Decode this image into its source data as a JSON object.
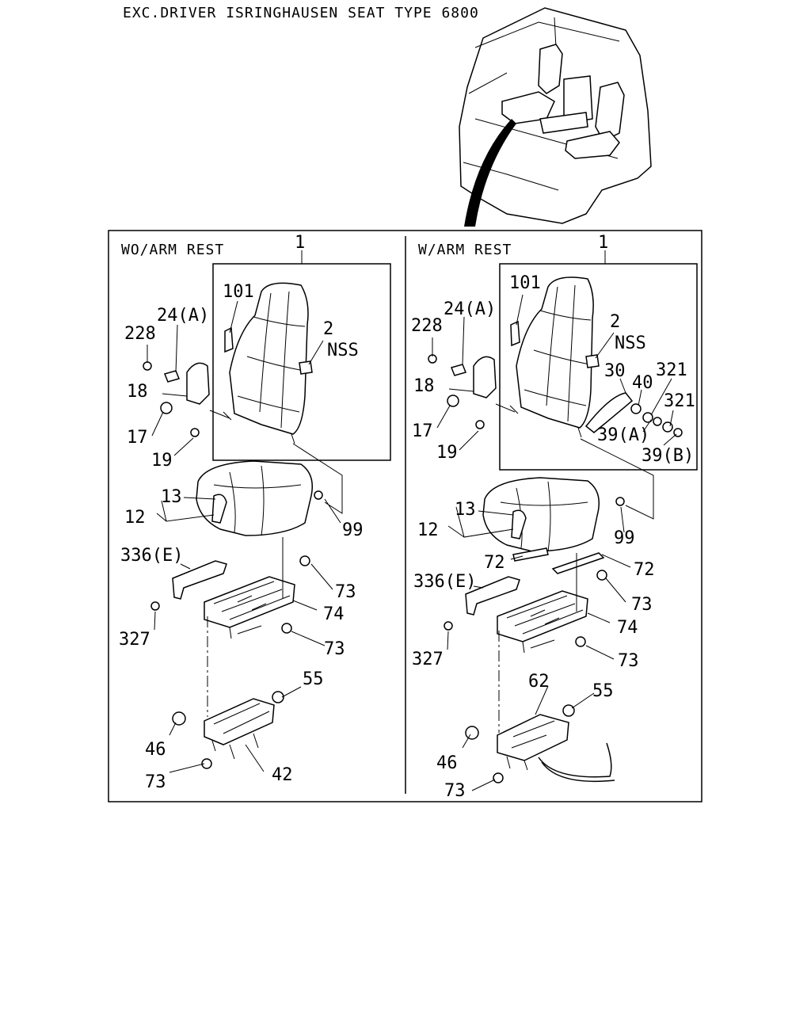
{
  "title": "EXC.DRIVER ISRINGHAUSEN SEAT TYPE 6800",
  "panels": {
    "left": {
      "heading": "WO/ARM REST"
    },
    "right": {
      "heading": "W/ARM REST"
    }
  },
  "callouts": {
    "left": {
      "p1": "1",
      "p101": "101",
      "p24a": "24(A)",
      "p228": "228",
      "p2": "2",
      "nss": "NSS",
      "p18": "18",
      "p17": "17",
      "p19": "19",
      "p13": "13",
      "p12": "12",
      "p99": "99",
      "p336e": "336(E)",
      "p73a": "73",
      "p74": "74",
      "p327": "327",
      "p73b": "73",
      "p55": "55",
      "p46": "46",
      "p42": "42",
      "p73c": "73"
    },
    "right": {
      "p1": "1",
      "p101": "101",
      "p24a": "24(A)",
      "p228": "228",
      "p2": "2",
      "nss": "NSS",
      "p30": "30",
      "p40": "40",
      "p321a": "321",
      "p321b": "321",
      "p39a": "39(A)",
      "p39b": "39(B)",
      "p18": "18",
      "p17": "17",
      "p19": "19",
      "p13": "13",
      "p12": "12",
      "p99": "99",
      "p72a": "72",
      "p72b": "72",
      "p336e": "336(E)",
      "p73a": "73",
      "p74": "74",
      "p327": "327",
      "p73b": "73",
      "p62": "62",
      "p55": "55",
      "p46": "46",
      "p73c": "73"
    }
  },
  "colors": {
    "ink": "#000000",
    "paper": "#ffffff"
  }
}
